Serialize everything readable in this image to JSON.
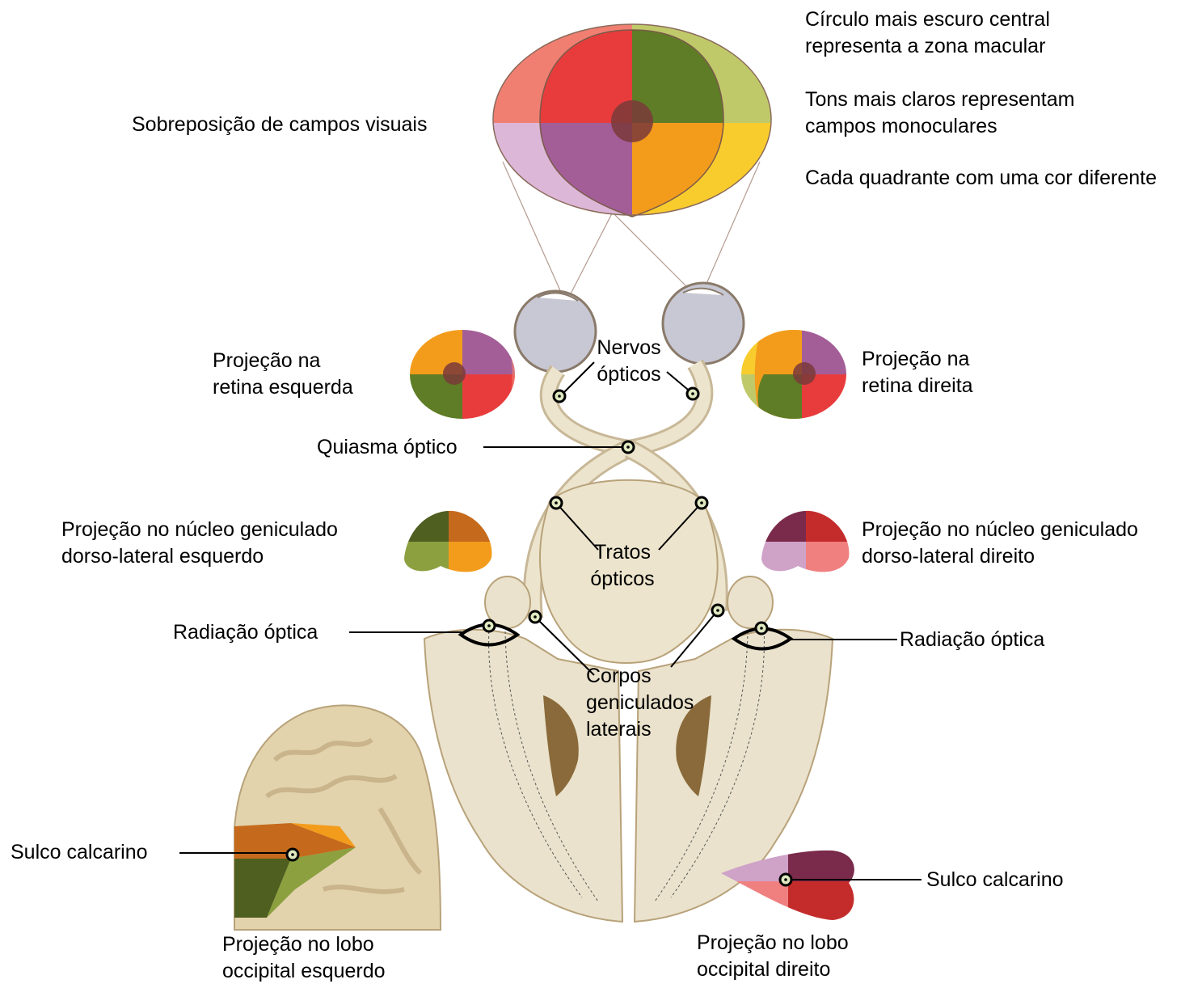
{
  "notes": {
    "macula_line1": "Círculo mais escuro central",
    "macula_line2": "representa a zona macular",
    "mono_line1": "Tons mais claros representam",
    "mono_line2": "campos monoculares",
    "quadrant": "Cada quadrante com uma cor diferente"
  },
  "labels": {
    "overlap": "Sobreposição de campos visuais",
    "retina_left_1": "Projeção na",
    "retina_left_2": "retina esquerda",
    "retina_right_1": "Projeção na",
    "retina_right_2": "retina direita",
    "optic_nerves_1": "Nervos",
    "optic_nerves_2": "ópticos",
    "chiasm": "Quiasma óptico",
    "lgn_left_1": "Projeção no núcleo geniculado",
    "lgn_left_2": "dorso-lateral esquerdo",
    "lgn_right_1": "Projeção no núcleo geniculado",
    "lgn_right_2": "dorso-lateral direito",
    "tracts_1": "Tratos",
    "tracts_2": "ópticos",
    "radiation_left": "Radiação óptica",
    "radiation_right": "Radiação óptica",
    "lgb_1": "Corpos",
    "lgb_2": "geniculados",
    "lgb_3": "laterais",
    "calcarine_left": "Sulco calcarino",
    "calcarine_right": "Sulco calcarino",
    "occ_left_1": "Projeção no lobo",
    "occ_left_2": "occipital esquerdo",
    "occ_right_1": "Projeção no lobo",
    "occ_right_2": "occipital direito"
  },
  "colors": {
    "upper_left_quadrant": "#e83c3c",
    "upper_right_quadrant": "#5e7d26",
    "lower_left_quadrant": "#a35e97",
    "lower_right_quadrant": "#f39c1c",
    "mono_upper_left": "#f07f72",
    "mono_lower_left": "#ddb7d8",
    "mono_upper_right": "#c0c96a",
    "mono_lower_right": "#f9cc2e",
    "macula": "#7a3a3a",
    "brain_tissue": "#eae2cc",
    "brain_outline": "#b8a27a"
  }
}
